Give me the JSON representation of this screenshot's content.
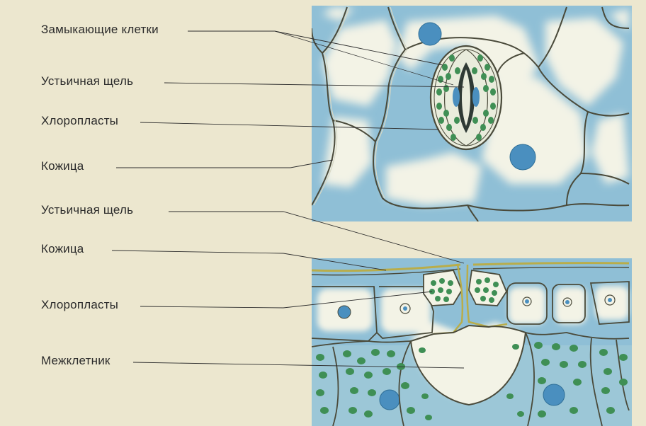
{
  "labels": {
    "top_guard_cells": "Замыкающие клетки",
    "top_stomatal_slit": "Устьичная щель",
    "top_chloroplasts": "Хлоропласты",
    "top_epidermis": "Кожица",
    "bottom_stomatal_slit": "Устьичная  щель",
    "bottom_epidermis": "Кожица",
    "bottom_chloroplasts": "Хлоропласты",
    "bottom_intercellular_space": "Межклетник"
  },
  "colors": {
    "background": "#ece7cf",
    "cell_fill": "#f3f3e6",
    "cell_shade": "#7fb3cc",
    "nucleus": "#4a8fbf",
    "chloroplast": "#3f8f55",
    "outline": "#4a4a3a",
    "cuticle": "#b9ad4a"
  }
}
